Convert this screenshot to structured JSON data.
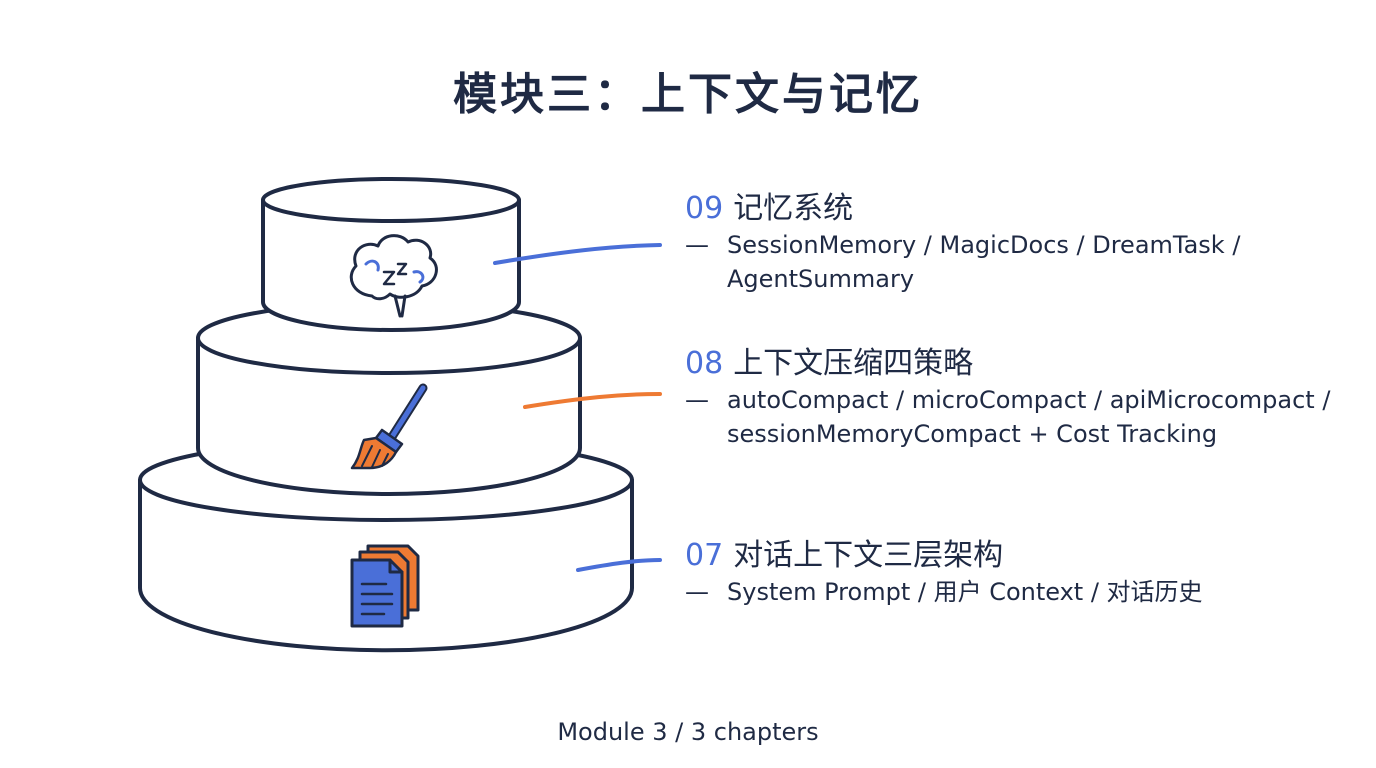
{
  "title": "模块三：上下文与记忆",
  "colors": {
    "ink": "#1f2a44",
    "blue": "#4a6fd8",
    "orange": "#ee7a33"
  },
  "chapters": [
    {
      "number": "09",
      "title": "记忆系统",
      "dash": "—",
      "line1": "SessionMemory / MagicDocs / DreamTask /",
      "line2": "AgentSummary",
      "icon": "sleeping-brain-icon"
    },
    {
      "number": "08",
      "title": "上下文压缩四策略",
      "dash": "—",
      "line1": "autoCompact / microCompact / apiMicrocompact /",
      "line2": "sessionMemoryCompact + Cost Tracking",
      "icon": "broom-icon"
    },
    {
      "number": "07",
      "title": "对话上下文三层架构",
      "dash": "—",
      "line1": "System Prompt / 用户 Context / 对话历史",
      "icon": "documents-icon"
    }
  ],
  "footer": "Module 3 / 3 chapters"
}
